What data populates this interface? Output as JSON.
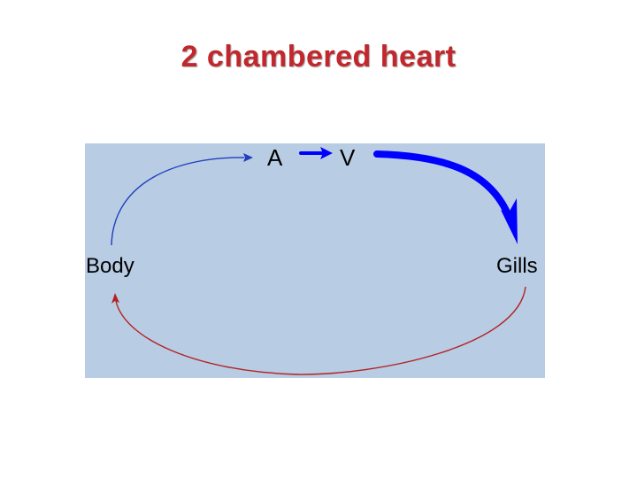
{
  "slide": {
    "title": "2 chambered heart"
  },
  "diagram": {
    "labels": {
      "atrium": "A",
      "ventricle": "V",
      "body": "Body",
      "gills": "Gills"
    },
    "colors": {
      "background": "#b8cce4",
      "deoxygenated_flow": "#1f3fbf",
      "heart_flow": "#0000ff",
      "oxygenated_flow": "#b22222",
      "title": "#c0282d"
    }
  }
}
